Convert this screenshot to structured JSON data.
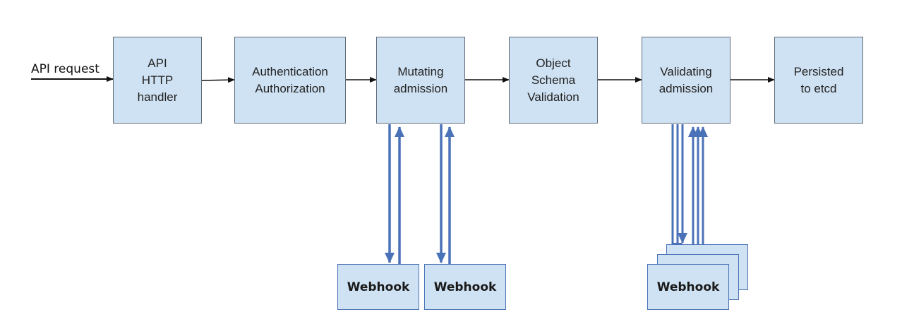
{
  "request_label": "API request",
  "stages": [
    {
      "label": "API\nHTTP\nhandler"
    },
    {
      "label": "Authentication\nAuthorization"
    },
    {
      "label": "Mutating\nadmission"
    },
    {
      "label": "Object\nSchema\nValidation"
    },
    {
      "label": "Validating\nadmission"
    },
    {
      "label": "Persisted\nto etcd"
    }
  ],
  "webhooks": {
    "mutating_1": "Webhook",
    "mutating_2": "Webhook",
    "validating": "Webhook"
  },
  "colors": {
    "box_fill": "#cfe2f3",
    "box_border": "#5f6b78",
    "webhook_arrow": "#4a72b8",
    "flow_arrow": "#111111"
  }
}
